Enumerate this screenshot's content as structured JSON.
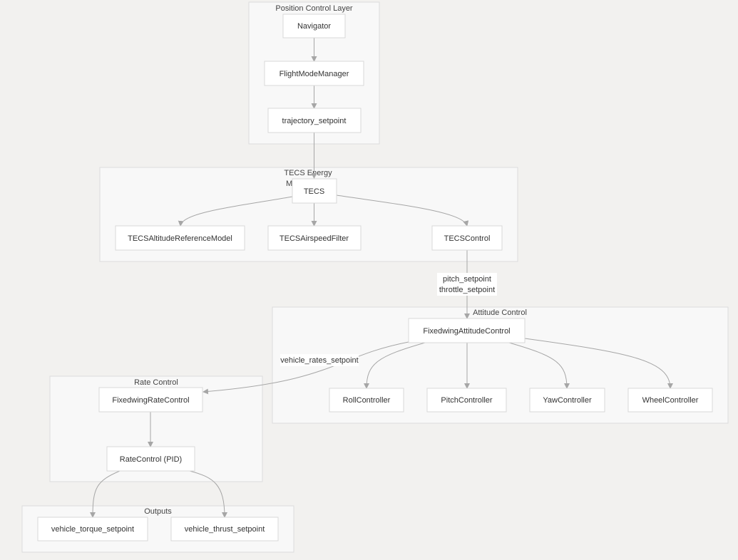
{
  "clusters": {
    "position": {
      "label": "Position Control Layer"
    },
    "tecs": {
      "label_line1": "TECS Energy",
      "label_line2": "M"
    },
    "attitude": {
      "label": "Attitude Control"
    },
    "rate": {
      "label": "Rate Control"
    },
    "outputs": {
      "label": "Outputs"
    }
  },
  "nodes": {
    "navigator": "Navigator",
    "flight_mode_manager": "FlightModeManager",
    "trajectory_setpoint": "trajectory_setpoint",
    "tecs": "TECS",
    "tecs_altitude_reference_model": "TECSAltitudeReferenceModel",
    "tecs_airspeed_filter": "TECSAirspeedFilter",
    "tecs_control": "TECSControl",
    "fixedwing_attitude_control": "FixedwingAttitudeControl",
    "roll_controller": "RollController",
    "pitch_controller": "PitchController",
    "yaw_controller": "YawController",
    "wheel_controller": "WheelController",
    "fixedwing_rate_control": "FixedwingRateControl",
    "rate_control_pid": "RateControl (PID)",
    "vehicle_torque_setpoint": "vehicle_torque_setpoint",
    "vehicle_thrust_setpoint": "vehicle_thrust_setpoint"
  },
  "edge_labels": {
    "tecs_to_attitude_line1": "pitch_setpoint",
    "tecs_to_attitude_line2": "throttle_setpoint",
    "attitude_to_rate": "vehicle_rates_setpoint"
  },
  "colors": {
    "background": "#f2f1ef",
    "cluster_fill": "#f8f8f8",
    "node_fill": "#ffffff",
    "edge": "#a6a6a6"
  }
}
